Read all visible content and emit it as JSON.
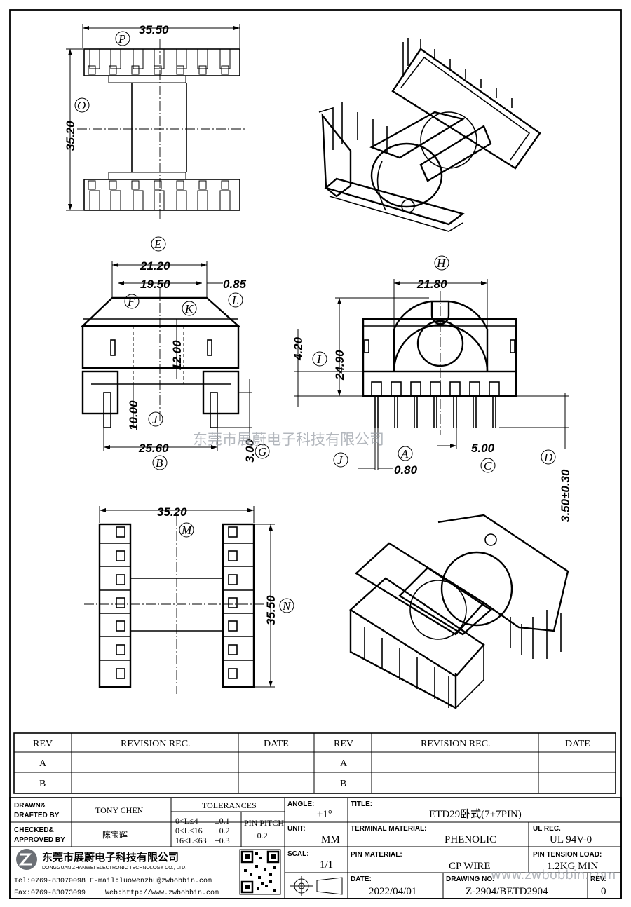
{
  "dimensions": {
    "top_width": "35.50",
    "top_height": "35.20",
    "front_outer": "21.20",
    "front_inner": "19.50",
    "front_wall": "0.85",
    "front_core": "12.00",
    "front_bore": "10.00",
    "front_base": "25.60",
    "front_pin_len": "3.00",
    "side_flange": "21.80",
    "side_step": "4.20",
    "side_height": "24.90",
    "side_pin_dia": "0.80",
    "side_pitch": "5.00",
    "side_pin_len": "3.50±0.30",
    "bottom_width": "35.20",
    "bottom_height": "35.50"
  },
  "labels": {
    "P": "P",
    "O": "O",
    "E": "E",
    "F": "F",
    "K": "K",
    "L": "L",
    "J": "J",
    "B": "B",
    "G": "G",
    "H": "H",
    "I": "I",
    "A": "A",
    "C": "C",
    "D": "D",
    "M": "M",
    "N": "N"
  },
  "watermark": {
    "company_cn": "东莞市展蔚电子科技有限公司",
    "site": "www.zwbobbin.com"
  },
  "revision_table": {
    "headers": [
      "REV",
      "REVISION REC.",
      "DATE",
      "REV",
      "REVISION REC.",
      "DATE"
    ],
    "rows": [
      {
        "rev1": "A",
        "rev2": "A"
      },
      {
        "rev1": "B",
        "rev2": "B"
      }
    ]
  },
  "title_block": {
    "drawn_label_1": "DRAWN&",
    "drawn_label_2": "DRAFTED BY",
    "drawn_value": "TONY CHEN",
    "checked_label_1": "CHECKED&",
    "checked_label_2": "APPROVED BY",
    "checked_value": "陈宝辉",
    "tolerances_label": "TOLERANCES",
    "tol_1_range": "0<L≤4",
    "tol_1_value": "±0.1",
    "tol_2_range": "0<L≤16",
    "tol_2_value": "±0.2",
    "tol_3_range": "16<L≤63",
    "tol_3_value": "±0.3",
    "pin_pitch_label": "PIN PITCH",
    "pin_pitch_value": "±0.2",
    "angle_label": "ANGLE:",
    "angle_value": "±1°",
    "unit_label": "UNIT:",
    "unit_value": "MM",
    "scale_label": "SCAL:",
    "scale_value": "1/1",
    "title_label": "TITLE:",
    "title_value": "ETD29卧式(7+7PIN)",
    "terminal_label": "TERMINAL MATERIAL:",
    "terminal_value": "PHENOLIC",
    "ul_label": "UL REC.",
    "ul_value": "UL 94V-0",
    "pin_material_label": "PIN MATERIAL:",
    "pin_material_value": "CP WIRE",
    "tension_label": "PIN TENSION LOAD:",
    "tension_value": "1.2KG MIN",
    "date_label": "DATE:",
    "date_value": "2022/04/01",
    "drawing_label": "DRAWING NO.",
    "drawing_value": "Z-2904/BETD2904",
    "rev_label": "REV.",
    "rev_value": "0",
    "company_cn": "东莞市展蔚电子科技有限公司",
    "company_en": "DONGGUAN ZHANWEI ELECTRONIC TECHNOLOGY CO., LTD.",
    "tel": "Tel:0769-83070098",
    "email": "E-mail:luowenzhu@zwbobbin.com",
    "fax": "Fax:0769-83073099",
    "web": "Web:http://www.zwbobbin.com"
  }
}
